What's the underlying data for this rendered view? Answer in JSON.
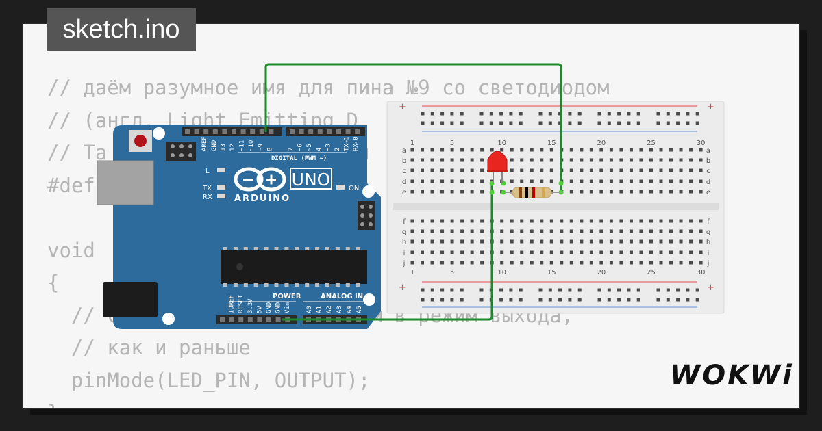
{
  "file_tab": {
    "label": "sketch.ino"
  },
  "code_lines": [
    "// даём разумное имя для пина №9 со светодиодом",
    "// (англ. Light Emitting D",
    "// Та                    ля                        дключ",
    "#def",
    "",
    "void",
    "{",
    "  // с    с  н    ветодиодом в режим выхода,",
    "  // как и раньше",
    "  pinMode(LED_PIN, OUTPUT);",
    "}"
  ],
  "brand": {
    "logo_text": "WOKWi"
  },
  "arduino": {
    "model": "UNO",
    "brand_text": "ARDUINO",
    "digital_header_label": "DIGITAL (PWM ~)",
    "digital_pin_labels": [
      "AREF",
      "GND",
      "13",
      "12",
      "~11",
      "~10",
      "~9",
      "8",
      "7",
      "~6",
      "~5",
      "4",
      "~3",
      "2",
      "TX→1",
      "RX←0"
    ],
    "power_header_label": "POWER",
    "power_pin_labels": [
      "IOREF",
      "RESET",
      "3.3V",
      "5V",
      "GND",
      "GND",
      "Vin"
    ],
    "analog_header_label": "ANALOG IN",
    "analog_pin_labels": [
      "A0",
      "A1",
      "A2",
      "A3",
      "A4",
      "A5"
    ],
    "led_labels": {
      "l": "L",
      "tx": "TX",
      "rx": "RX",
      "on": "ON"
    },
    "colors": {
      "board": "#2c6b9b",
      "board_dark": "#245a84"
    }
  },
  "breadboard": {
    "column_numbers": [
      "1",
      "5",
      "10",
      "15",
      "20",
      "25",
      "30"
    ],
    "row_letters_top": [
      "a",
      "b",
      "c",
      "d",
      "e"
    ],
    "row_letters_bottom": [
      "f",
      "g",
      "h",
      "i",
      "j"
    ],
    "rail_plus": "+",
    "rail_minus": "−"
  },
  "wires": {
    "color": "#1b8a2a"
  },
  "led": {
    "color": "#e8261f"
  },
  "resistor": {
    "band_colors": [
      "#8b4513",
      "#000000",
      "#c00000",
      "#d4a84b"
    ]
  }
}
